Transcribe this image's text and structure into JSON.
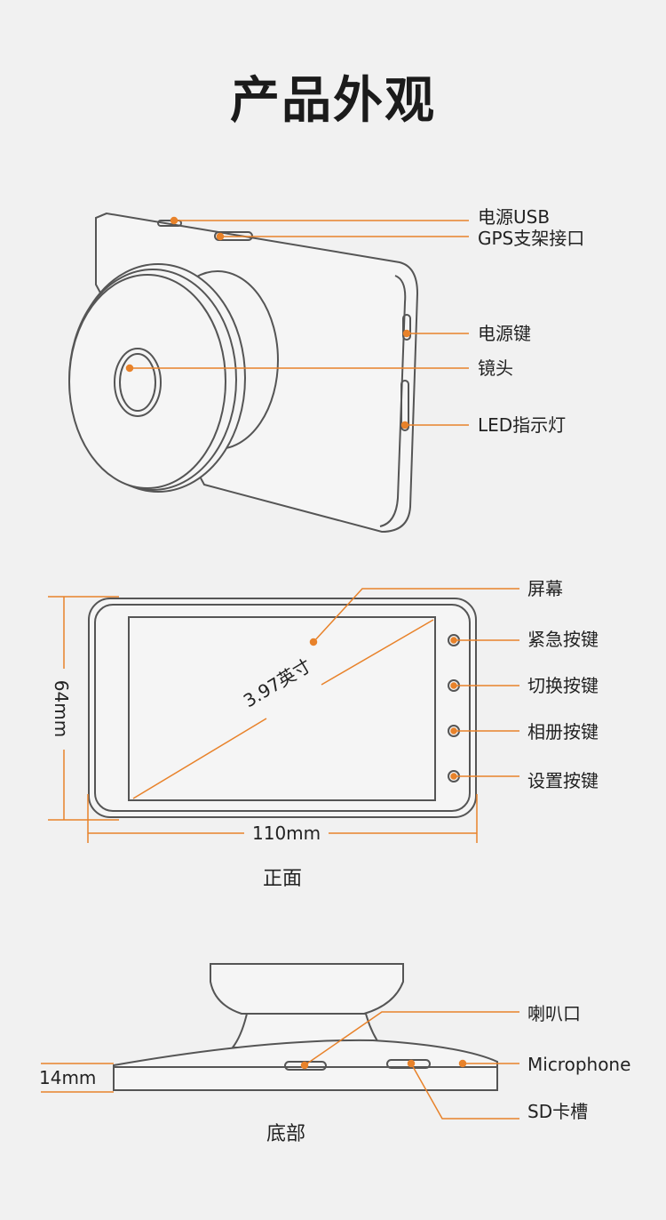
{
  "title": "产品外观",
  "perspective_view": {
    "labels": [
      "电源USB",
      "GPS支架接口",
      "电源键",
      "镜头",
      "LED指示灯"
    ]
  },
  "front_view": {
    "labels": [
      "屏幕",
      "紧急按键",
      "切换按键",
      "相册按键",
      "设置按键"
    ],
    "diagonal": "3.97英寸",
    "height": "64mm",
    "width": "110mm",
    "caption": "正面"
  },
  "bottom_view": {
    "labels": [
      "喇叭口",
      "Microphone",
      "SD卡槽"
    ],
    "thickness": "14mm",
    "caption": "底部"
  },
  "colors": {
    "accent": "#e8822a",
    "outline": "#555555",
    "background": "#f1f1f1"
  }
}
